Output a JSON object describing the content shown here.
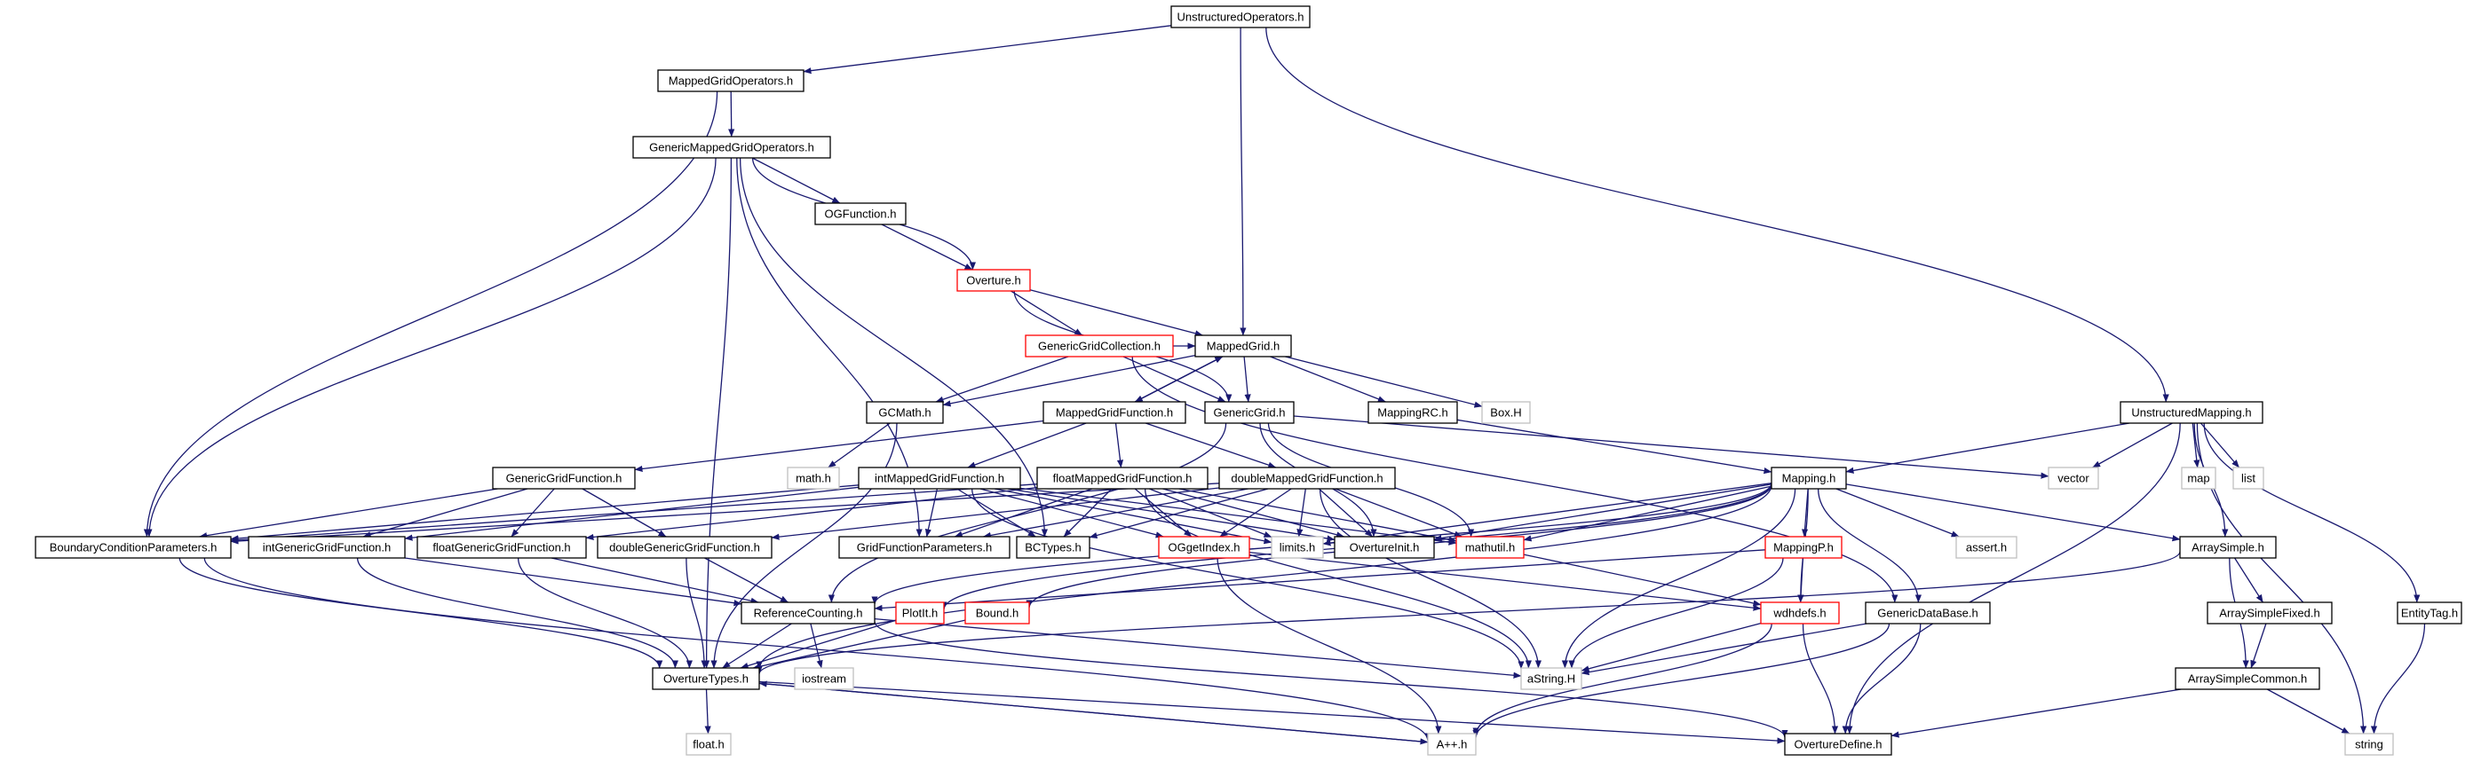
{
  "colors": {
    "edge": "#191970",
    "node_border_normal": "#000000",
    "node_border_truncated": "#ff0000",
    "node_border_system": "#bfbfbf",
    "root_fill": "#bfbfbf",
    "node_fill": "#ffffff"
  },
  "nodes": {
    "unstructuredoperators": {
      "label": "UnstructuredOperators.h",
      "kind": "root"
    },
    "mappedgridoperators": {
      "label": "MappedGridOperators.h",
      "kind": "normal"
    },
    "genericmappedgridoperators": {
      "label": "GenericMappedGridOperators.h",
      "kind": "normal"
    },
    "ogfunction": {
      "label": "OGFunction.h",
      "kind": "normal"
    },
    "overture": {
      "label": "Overture.h",
      "kind": "truncated"
    },
    "genericgridcollection": {
      "label": "GenericGridCollection.h",
      "kind": "truncated"
    },
    "mappedgrid": {
      "label": "MappedGrid.h",
      "kind": "normal"
    },
    "gcmath": {
      "label": "GCMath.h",
      "kind": "normal"
    },
    "mappedgridfunction": {
      "label": "MappedGridFunction.h",
      "kind": "normal"
    },
    "genericgrid": {
      "label": "GenericGrid.h",
      "kind": "normal"
    },
    "mappingrc": {
      "label": "MappingRC.h",
      "kind": "normal"
    },
    "box": {
      "label": "Box.H",
      "kind": "system"
    },
    "unstructuredmapping": {
      "label": "UnstructuredMapping.h",
      "kind": "normal"
    },
    "genericgridfunction": {
      "label": "GenericGridFunction.h",
      "kind": "normal"
    },
    "math": {
      "label": "math.h",
      "kind": "system"
    },
    "intmappedgridfunction": {
      "label": "intMappedGridFunction.h",
      "kind": "normal"
    },
    "floatmappedgridfunction": {
      "label": "floatMappedGridFunction.h",
      "kind": "normal"
    },
    "doublemappedgridfunction": {
      "label": "doubleMappedGridFunction.h",
      "kind": "normal"
    },
    "mapping": {
      "label": "Mapping.h",
      "kind": "normal"
    },
    "vector": {
      "label": "vector",
      "kind": "system"
    },
    "map": {
      "label": "map",
      "kind": "system"
    },
    "list": {
      "label": "list",
      "kind": "system"
    },
    "boundaryconditionparameters": {
      "label": "BoundaryConditionParameters.h",
      "kind": "normal"
    },
    "intgenericgridfunction": {
      "label": "intGenericGridFunction.h",
      "kind": "normal"
    },
    "floatgenericgridfunction": {
      "label": "floatGenericGridFunction.h",
      "kind": "normal"
    },
    "doublegenericgridfunction": {
      "label": "doubleGenericGridFunction.h",
      "kind": "normal"
    },
    "gridfunctionparameters": {
      "label": "GridFunctionParameters.h",
      "kind": "normal"
    },
    "bctypes": {
      "label": "BCTypes.h",
      "kind": "normal"
    },
    "ogetindex": {
      "label": "OGgetIndex.h",
      "kind": "truncated"
    },
    "limits": {
      "label": "limits.h",
      "kind": "system"
    },
    "overtureinit": {
      "label": "OvertureInit.h",
      "kind": "normal"
    },
    "mathutil": {
      "label": "mathutil.h",
      "kind": "truncated"
    },
    "mappingp": {
      "label": "MappingP.h",
      "kind": "truncated"
    },
    "assert": {
      "label": "assert.h",
      "kind": "system"
    },
    "arraysimple": {
      "label": "ArraySimple.h",
      "kind": "normal"
    },
    "referencecounting": {
      "label": "ReferenceCounting.h",
      "kind": "normal"
    },
    "plotit": {
      "label": "PlotIt.h",
      "kind": "truncated"
    },
    "bound": {
      "label": "Bound.h",
      "kind": "truncated"
    },
    "wdhdefs": {
      "label": "wdhdefs.h",
      "kind": "truncated"
    },
    "genericdatabase": {
      "label": "GenericDataBase.h",
      "kind": "normal"
    },
    "arraysimplefixed": {
      "label": "ArraySimpleFixed.h",
      "kind": "normal"
    },
    "entitytag": {
      "label": "EntityTag.h",
      "kind": "normal"
    },
    "overturetypes": {
      "label": "OvertureTypes.h",
      "kind": "normal"
    },
    "iostream": {
      "label": "iostream",
      "kind": "system"
    },
    "astring": {
      "label": "aString.H",
      "kind": "system"
    },
    "arraysimplecommon": {
      "label": "ArraySimpleCommon.h",
      "kind": "normal"
    },
    "float": {
      "label": "float.h",
      "kind": "system"
    },
    "app": {
      "label": "A++.h",
      "kind": "system"
    },
    "overturedefine": {
      "label": "OvertureDefine.h",
      "kind": "normal"
    },
    "string": {
      "label": "string",
      "kind": "system"
    }
  },
  "edges": [
    [
      "unstructuredoperators",
      "mappedgridoperators"
    ],
    [
      "unstructuredoperators",
      "mappedgrid"
    ],
    [
      "unstructuredoperators",
      "unstructuredmapping"
    ],
    [
      "mappedgridoperators",
      "genericmappedgridoperators"
    ],
    [
      "mappedgridoperators",
      "boundaryconditionparameters"
    ],
    [
      "genericmappedgridoperators",
      "ogfunction"
    ],
    [
      "genericmappedgridoperators",
      "overture"
    ],
    [
      "genericmappedgridoperators",
      "boundaryconditionparameters"
    ],
    [
      "genericmappedgridoperators",
      "gridfunctionparameters"
    ],
    [
      "genericmappedgridoperators",
      "bctypes"
    ],
    [
      "genericmappedgridoperators",
      "overturetypes"
    ],
    [
      "ogfunction",
      "overture"
    ],
    [
      "overture",
      "genericgridcollection"
    ],
    [
      "overture",
      "mappedgrid"
    ],
    [
      "overture",
      "genericgrid"
    ],
    [
      "genericgridcollection",
      "gcmath"
    ],
    [
      "genericgridcollection",
      "genericgrid"
    ],
    [
      "genericgridcollection",
      "mappedgrid"
    ],
    [
      "genericgridcollection",
      "genericdatabase"
    ],
    [
      "mappedgrid",
      "gcmath"
    ],
    [
      "mappedgrid",
      "mappedgridfunction"
    ],
    [
      "mappedgrid",
      "genericgrid"
    ],
    [
      "mappedgrid",
      "mappingrc"
    ],
    [
      "mappedgrid",
      "box"
    ],
    [
      "mappedgridfunction",
      "mappedgrid"
    ],
    [
      "mappedgridfunction",
      "intmappedgridfunction"
    ],
    [
      "mappedgridfunction",
      "floatmappedgridfunction"
    ],
    [
      "mappedgridfunction",
      "doublemappedgridfunction"
    ],
    [
      "mappedgridfunction",
      "genericgridfunction"
    ],
    [
      "gcmath",
      "math"
    ],
    [
      "gcmath",
      "overturetypes"
    ],
    [
      "genericgrid",
      "overtureinit"
    ],
    [
      "genericgrid",
      "mathutil"
    ],
    [
      "genericgrid",
      "referencecounting"
    ],
    [
      "genericgrid",
      "vector"
    ],
    [
      "mappingrc",
      "mapping"
    ],
    [
      "unstructuredmapping",
      "mapping"
    ],
    [
      "unstructuredmapping",
      "vector"
    ],
    [
      "unstructuredmapping",
      "map"
    ],
    [
      "unstructuredmapping",
      "list"
    ],
    [
      "unstructuredmapping",
      "arraysimple"
    ],
    [
      "unstructuredmapping",
      "entitytag"
    ],
    [
      "unstructuredmapping",
      "overturedefine"
    ],
    [
      "unstructuredmapping",
      "string"
    ],
    [
      "genericgridfunction",
      "intgenericgridfunction"
    ],
    [
      "genericgridfunction",
      "floatgenericgridfunction"
    ],
    [
      "genericgridfunction",
      "doublegenericgridfunction"
    ],
    [
      "genericgridfunction",
      "boundaryconditionparameters"
    ],
    [
      "intmappedgridfunction",
      "boundaryconditionparameters"
    ],
    [
      "intmappedgridfunction",
      "intgenericgridfunction"
    ],
    [
      "intmappedgridfunction",
      "gridfunctionparameters"
    ],
    [
      "intmappedgridfunction",
      "bctypes"
    ],
    [
      "intmappedgridfunction",
      "ogetindex"
    ],
    [
      "intmappedgridfunction",
      "limits"
    ],
    [
      "intmappedgridfunction",
      "overtureinit"
    ],
    [
      "intmappedgridfunction",
      "mathutil"
    ],
    [
      "intmappedgridfunction",
      "astring"
    ],
    [
      "floatmappedgridfunction",
      "boundaryconditionparameters"
    ],
    [
      "floatmappedgridfunction",
      "floatgenericgridfunction"
    ],
    [
      "floatmappedgridfunction",
      "gridfunctionparameters"
    ],
    [
      "floatmappedgridfunction",
      "bctypes"
    ],
    [
      "floatmappedgridfunction",
      "ogetindex"
    ],
    [
      "floatmappedgridfunction",
      "limits"
    ],
    [
      "floatmappedgridfunction",
      "overtureinit"
    ],
    [
      "floatmappedgridfunction",
      "mathutil"
    ],
    [
      "floatmappedgridfunction",
      "astring"
    ],
    [
      "doublemappedgridfunction",
      "boundaryconditionparameters"
    ],
    [
      "doublemappedgridfunction",
      "doublegenericgridfunction"
    ],
    [
      "doublemappedgridfunction",
      "gridfunctionparameters"
    ],
    [
      "doublemappedgridfunction",
      "bctypes"
    ],
    [
      "doublemappedgridfunction",
      "ogetindex"
    ],
    [
      "doublemappedgridfunction",
      "limits"
    ],
    [
      "doublemappedgridfunction",
      "overtureinit"
    ],
    [
      "doublemappedgridfunction",
      "mathutil"
    ],
    [
      "doublemappedgridfunction",
      "astring"
    ],
    [
      "mapping",
      "mappingp"
    ],
    [
      "mapping",
      "assert"
    ],
    [
      "mapping",
      "arraysimple"
    ],
    [
      "mapping",
      "genericdatabase"
    ],
    [
      "mapping",
      "wdhdefs"
    ],
    [
      "mapping",
      "overtureinit"
    ],
    [
      "mapping",
      "mathutil"
    ],
    [
      "mapping",
      "limits"
    ],
    [
      "mapping",
      "referencecounting"
    ],
    [
      "mapping",
      "plotit"
    ],
    [
      "mapping",
      "bound"
    ],
    [
      "mapping",
      "overturetypes"
    ],
    [
      "mapping",
      "astring"
    ],
    [
      "boundaryconditionparameters",
      "overturetypes"
    ],
    [
      "boundaryconditionparameters",
      "app"
    ],
    [
      "intgenericgridfunction",
      "referencecounting"
    ],
    [
      "intgenericgridfunction",
      "overturetypes"
    ],
    [
      "floatgenericgridfunction",
      "referencecounting"
    ],
    [
      "floatgenericgridfunction",
      "overturetypes"
    ],
    [
      "doublegenericgridfunction",
      "referencecounting"
    ],
    [
      "doublegenericgridfunction",
      "overturetypes"
    ],
    [
      "ogetindex",
      "wdhdefs"
    ],
    [
      "ogetindex",
      "app"
    ],
    [
      "mathutil",
      "wdhdefs"
    ],
    [
      "mappingp",
      "wdhdefs"
    ],
    [
      "mappingp",
      "referencecounting"
    ],
    [
      "mappingp",
      "astring"
    ],
    [
      "arraysimple",
      "arraysimplefixed"
    ],
    [
      "arraysimple",
      "arraysimplecommon"
    ],
    [
      "arraysimple",
      "overturetypes"
    ],
    [
      "arraysimplefixed",
      "arraysimplecommon"
    ],
    [
      "arraysimplecommon",
      "overturedefine"
    ],
    [
      "arraysimplecommon",
      "string"
    ],
    [
      "referencecounting",
      "overturetypes"
    ],
    [
      "referencecounting",
      "iostream"
    ],
    [
      "referencecounting",
      "astring"
    ],
    [
      "referencecounting",
      "overturedefine"
    ],
    [
      "plotit",
      "overturetypes"
    ],
    [
      "bound",
      "overturetypes"
    ],
    [
      "wdhdefs",
      "astring"
    ],
    [
      "wdhdefs",
      "app"
    ],
    [
      "wdhdefs",
      "overturedefine"
    ],
    [
      "genericdatabase",
      "astring"
    ],
    [
      "genericdatabase",
      "overturedefine"
    ],
    [
      "genericdatabase",
      "app"
    ],
    [
      "entitytag",
      "string"
    ],
    [
      "overturetypes",
      "float"
    ],
    [
      "overturetypes",
      "app"
    ],
    [
      "overturetypes",
      "overturedefine"
    ],
    [
      "app",
      "overturetypes"
    ]
  ]
}
